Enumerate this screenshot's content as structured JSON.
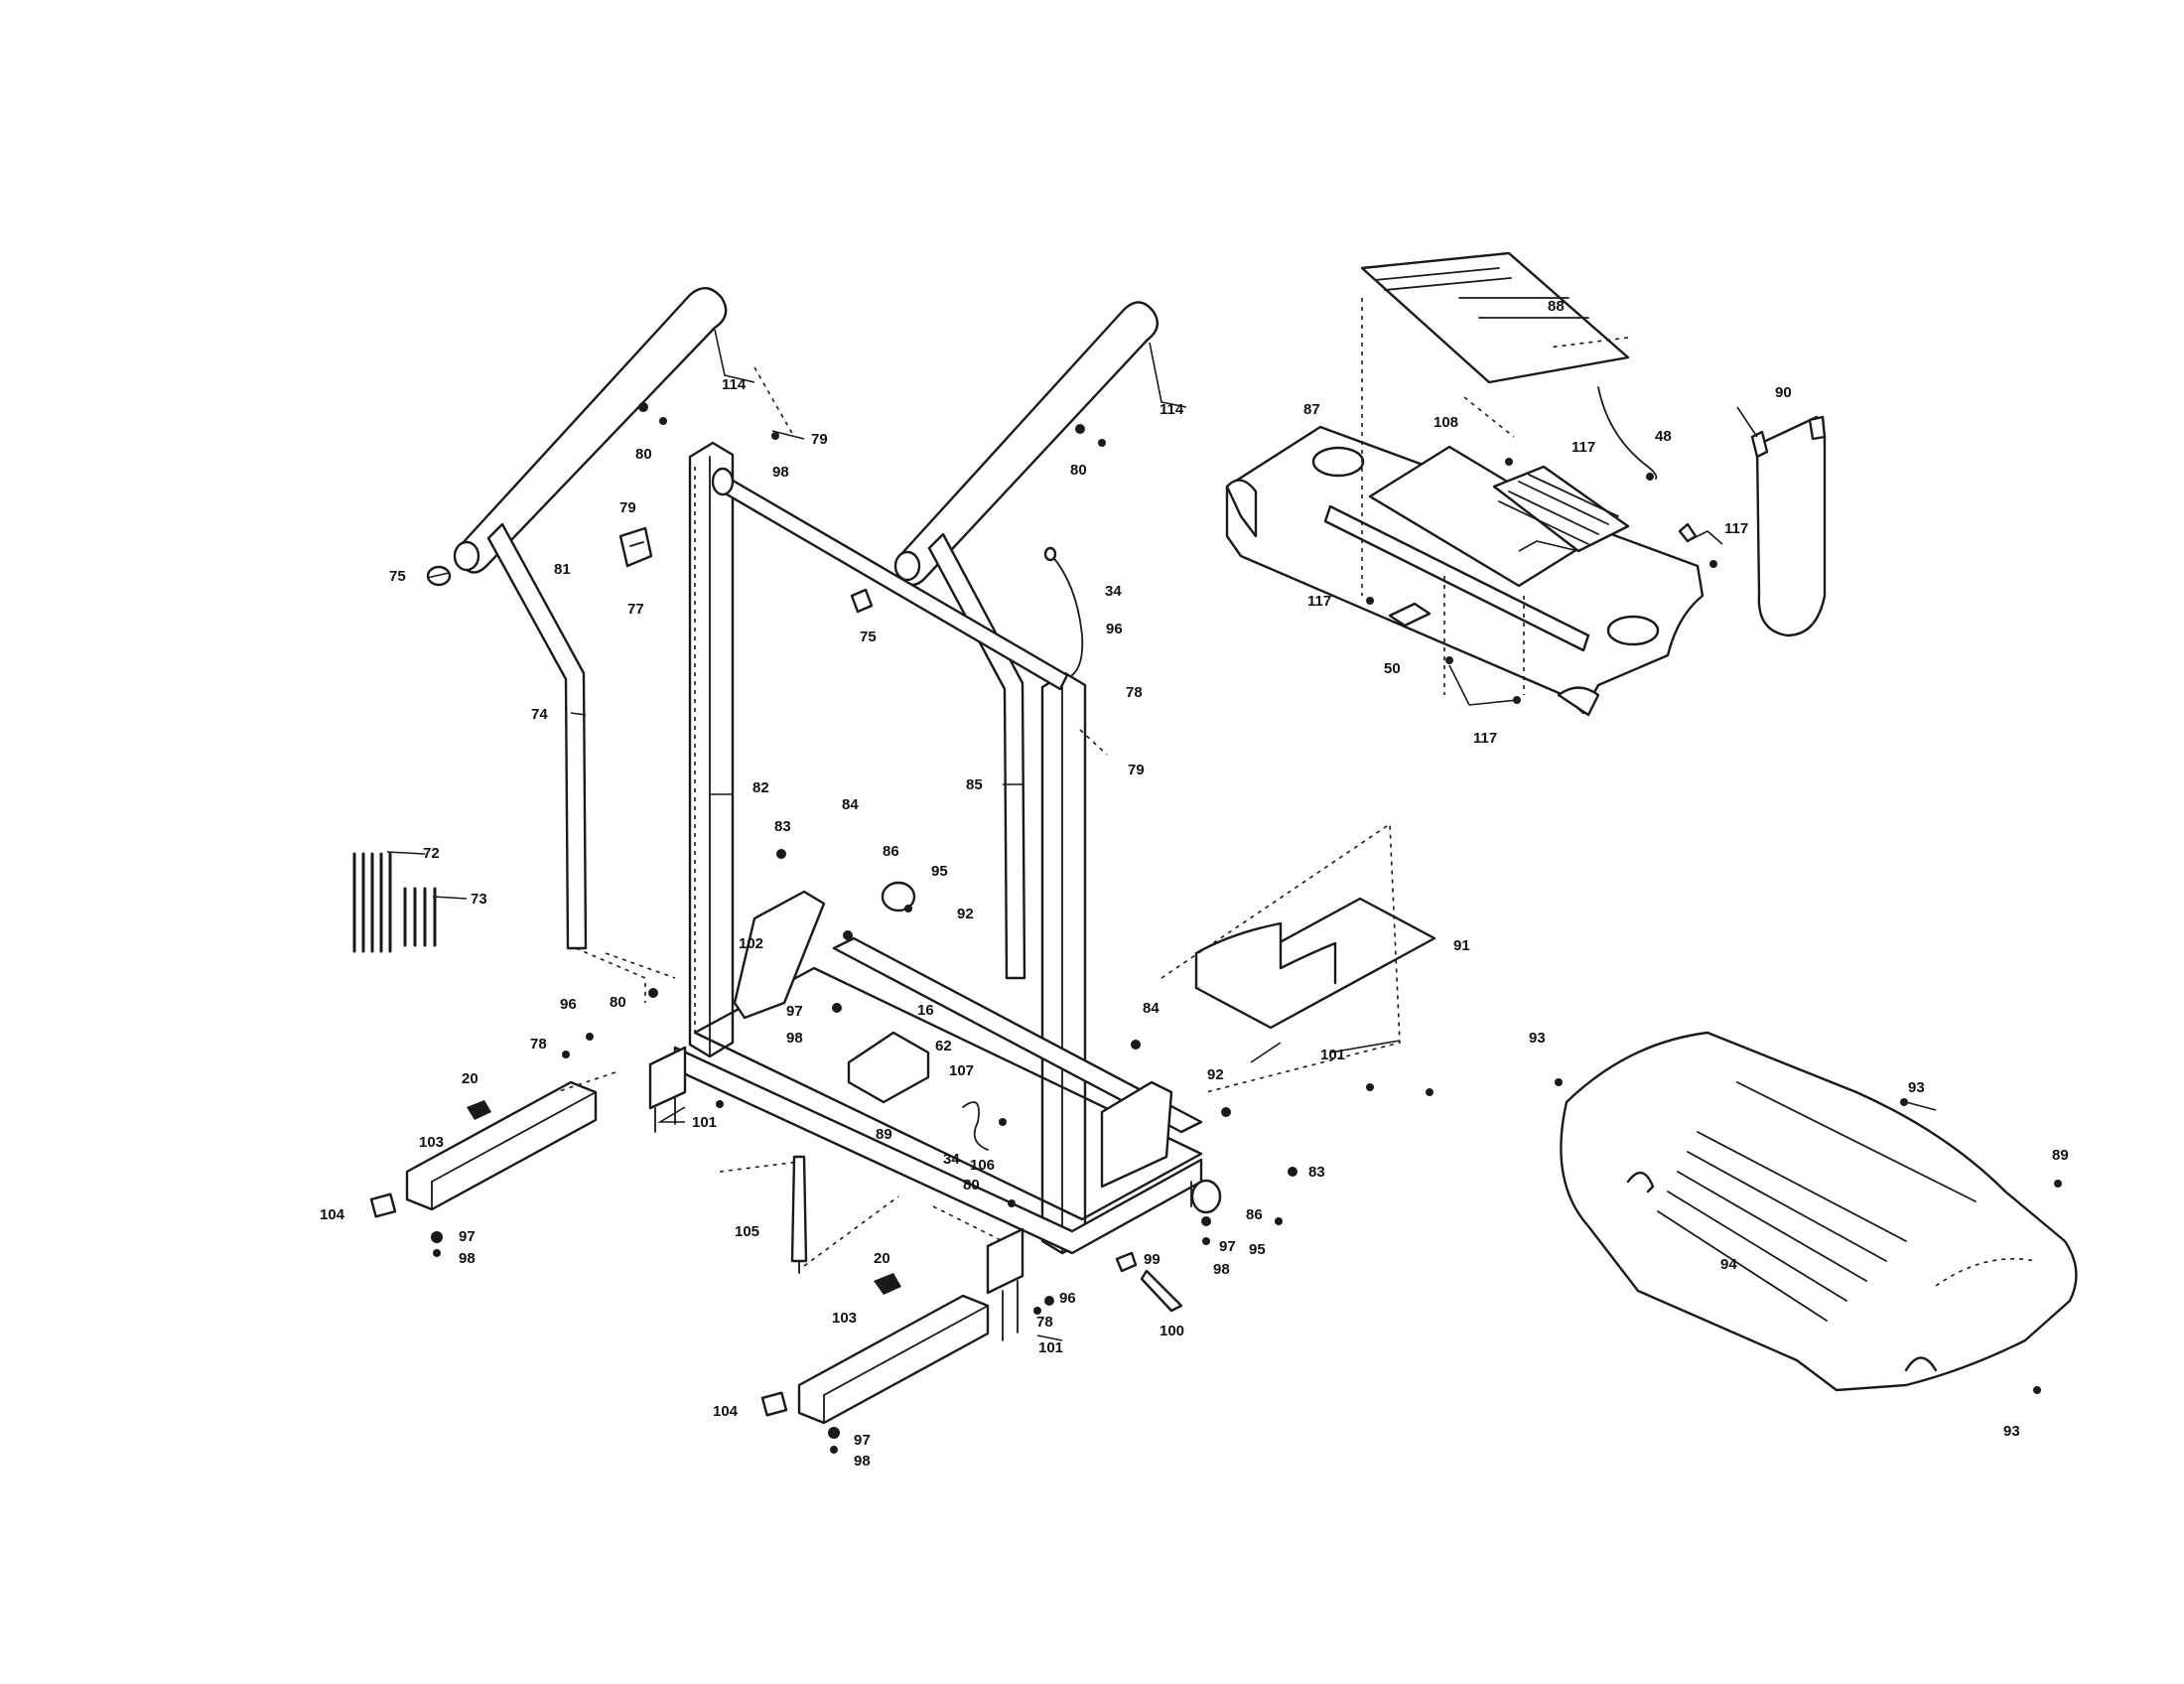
{
  "diagram": {
    "callouts": [
      {
        "id": "c-114a",
        "label": "114"
      },
      {
        "id": "c-114b",
        "label": "114"
      },
      {
        "id": "c-80a",
        "label": "80"
      },
      {
        "id": "c-80b",
        "label": "80"
      },
      {
        "id": "c-79a",
        "label": "79"
      },
      {
        "id": "c-98a",
        "label": "98"
      },
      {
        "id": "c-79b",
        "label": "79"
      },
      {
        "id": "c-81",
        "label": "81"
      },
      {
        "id": "c-77",
        "label": "77"
      },
      {
        "id": "c-75a",
        "label": "75"
      },
      {
        "id": "c-75b",
        "label": "75"
      },
      {
        "id": "c-34a",
        "label": "34"
      },
      {
        "id": "c-96a",
        "label": "96"
      },
      {
        "id": "c-78a",
        "label": "78"
      },
      {
        "id": "c-79c",
        "label": "79"
      },
      {
        "id": "c-74",
        "label": "74"
      },
      {
        "id": "c-82",
        "label": "82"
      },
      {
        "id": "c-85",
        "label": "85"
      },
      {
        "id": "c-72",
        "label": "72"
      },
      {
        "id": "c-73",
        "label": "73"
      },
      {
        "id": "c-83a",
        "label": "83"
      },
      {
        "id": "c-84a",
        "label": "84"
      },
      {
        "id": "c-86a",
        "label": "86"
      },
      {
        "id": "c-95a",
        "label": "95"
      },
      {
        "id": "c-92a",
        "label": "92"
      },
      {
        "id": "c-102",
        "label": "102"
      },
      {
        "id": "c-96b",
        "label": "96"
      },
      {
        "id": "c-80c",
        "label": "80"
      },
      {
        "id": "c-78b",
        "label": "78"
      },
      {
        "id": "c-97a",
        "label": "97"
      },
      {
        "id": "c-98b",
        "label": "98"
      },
      {
        "id": "c-16",
        "label": "16"
      },
      {
        "id": "c-62",
        "label": "62"
      },
      {
        "id": "c-107",
        "label": "107"
      },
      {
        "id": "c-89a",
        "label": "89"
      },
      {
        "id": "c-34b",
        "label": "34"
      },
      {
        "id": "c-106",
        "label": "106"
      },
      {
        "id": "c-80d",
        "label": "80"
      },
      {
        "id": "c-84b",
        "label": "84"
      },
      {
        "id": "c-92b",
        "label": "92"
      },
      {
        "id": "c-83b",
        "label": "83"
      },
      {
        "id": "c-86b",
        "label": "86"
      },
      {
        "id": "c-95b",
        "label": "95"
      },
      {
        "id": "c-97b",
        "label": "97"
      },
      {
        "id": "c-98c",
        "label": "98"
      },
      {
        "id": "c-101a",
        "label": "101"
      },
      {
        "id": "c-20a",
        "label": "20"
      },
      {
        "id": "c-103a",
        "label": "103"
      },
      {
        "id": "c-104a",
        "label": "104"
      },
      {
        "id": "c-97c",
        "label": "97"
      },
      {
        "id": "c-98d",
        "label": "98"
      },
      {
        "id": "c-105",
        "label": "105"
      },
      {
        "id": "c-20b",
        "label": "20"
      },
      {
        "id": "c-103b",
        "label": "103"
      },
      {
        "id": "c-104b",
        "label": "104"
      },
      {
        "id": "c-97d",
        "label": "97"
      },
      {
        "id": "c-98e",
        "label": "98"
      },
      {
        "id": "c-96c",
        "label": "96"
      },
      {
        "id": "c-78c",
        "label": "78"
      },
      {
        "id": "c-101b",
        "label": "101"
      },
      {
        "id": "c-99",
        "label": "99"
      },
      {
        "id": "c-100",
        "label": "100"
      },
      {
        "id": "c-91",
        "label": "91"
      },
      {
        "id": "c-101c",
        "label": "101"
      },
      {
        "id": "c-88",
        "label": "88"
      },
      {
        "id": "c-87",
        "label": "87"
      },
      {
        "id": "c-108",
        "label": "108"
      },
      {
        "id": "c-117a",
        "label": "117"
      },
      {
        "id": "c-48",
        "label": "48"
      },
      {
        "id": "c-117b",
        "label": "117"
      },
      {
        "id": "c-117c",
        "label": "117"
      },
      {
        "id": "c-50",
        "label": "50"
      },
      {
        "id": "c-117d",
        "label": "117"
      },
      {
        "id": "c-90",
        "label": "90"
      },
      {
        "id": "c-93a",
        "label": "93"
      },
      {
        "id": "c-93b",
        "label": "93"
      },
      {
        "id": "c-89b",
        "label": "89"
      },
      {
        "id": "c-94",
        "label": "94"
      },
      {
        "id": "c-93c",
        "label": "93"
      }
    ]
  }
}
